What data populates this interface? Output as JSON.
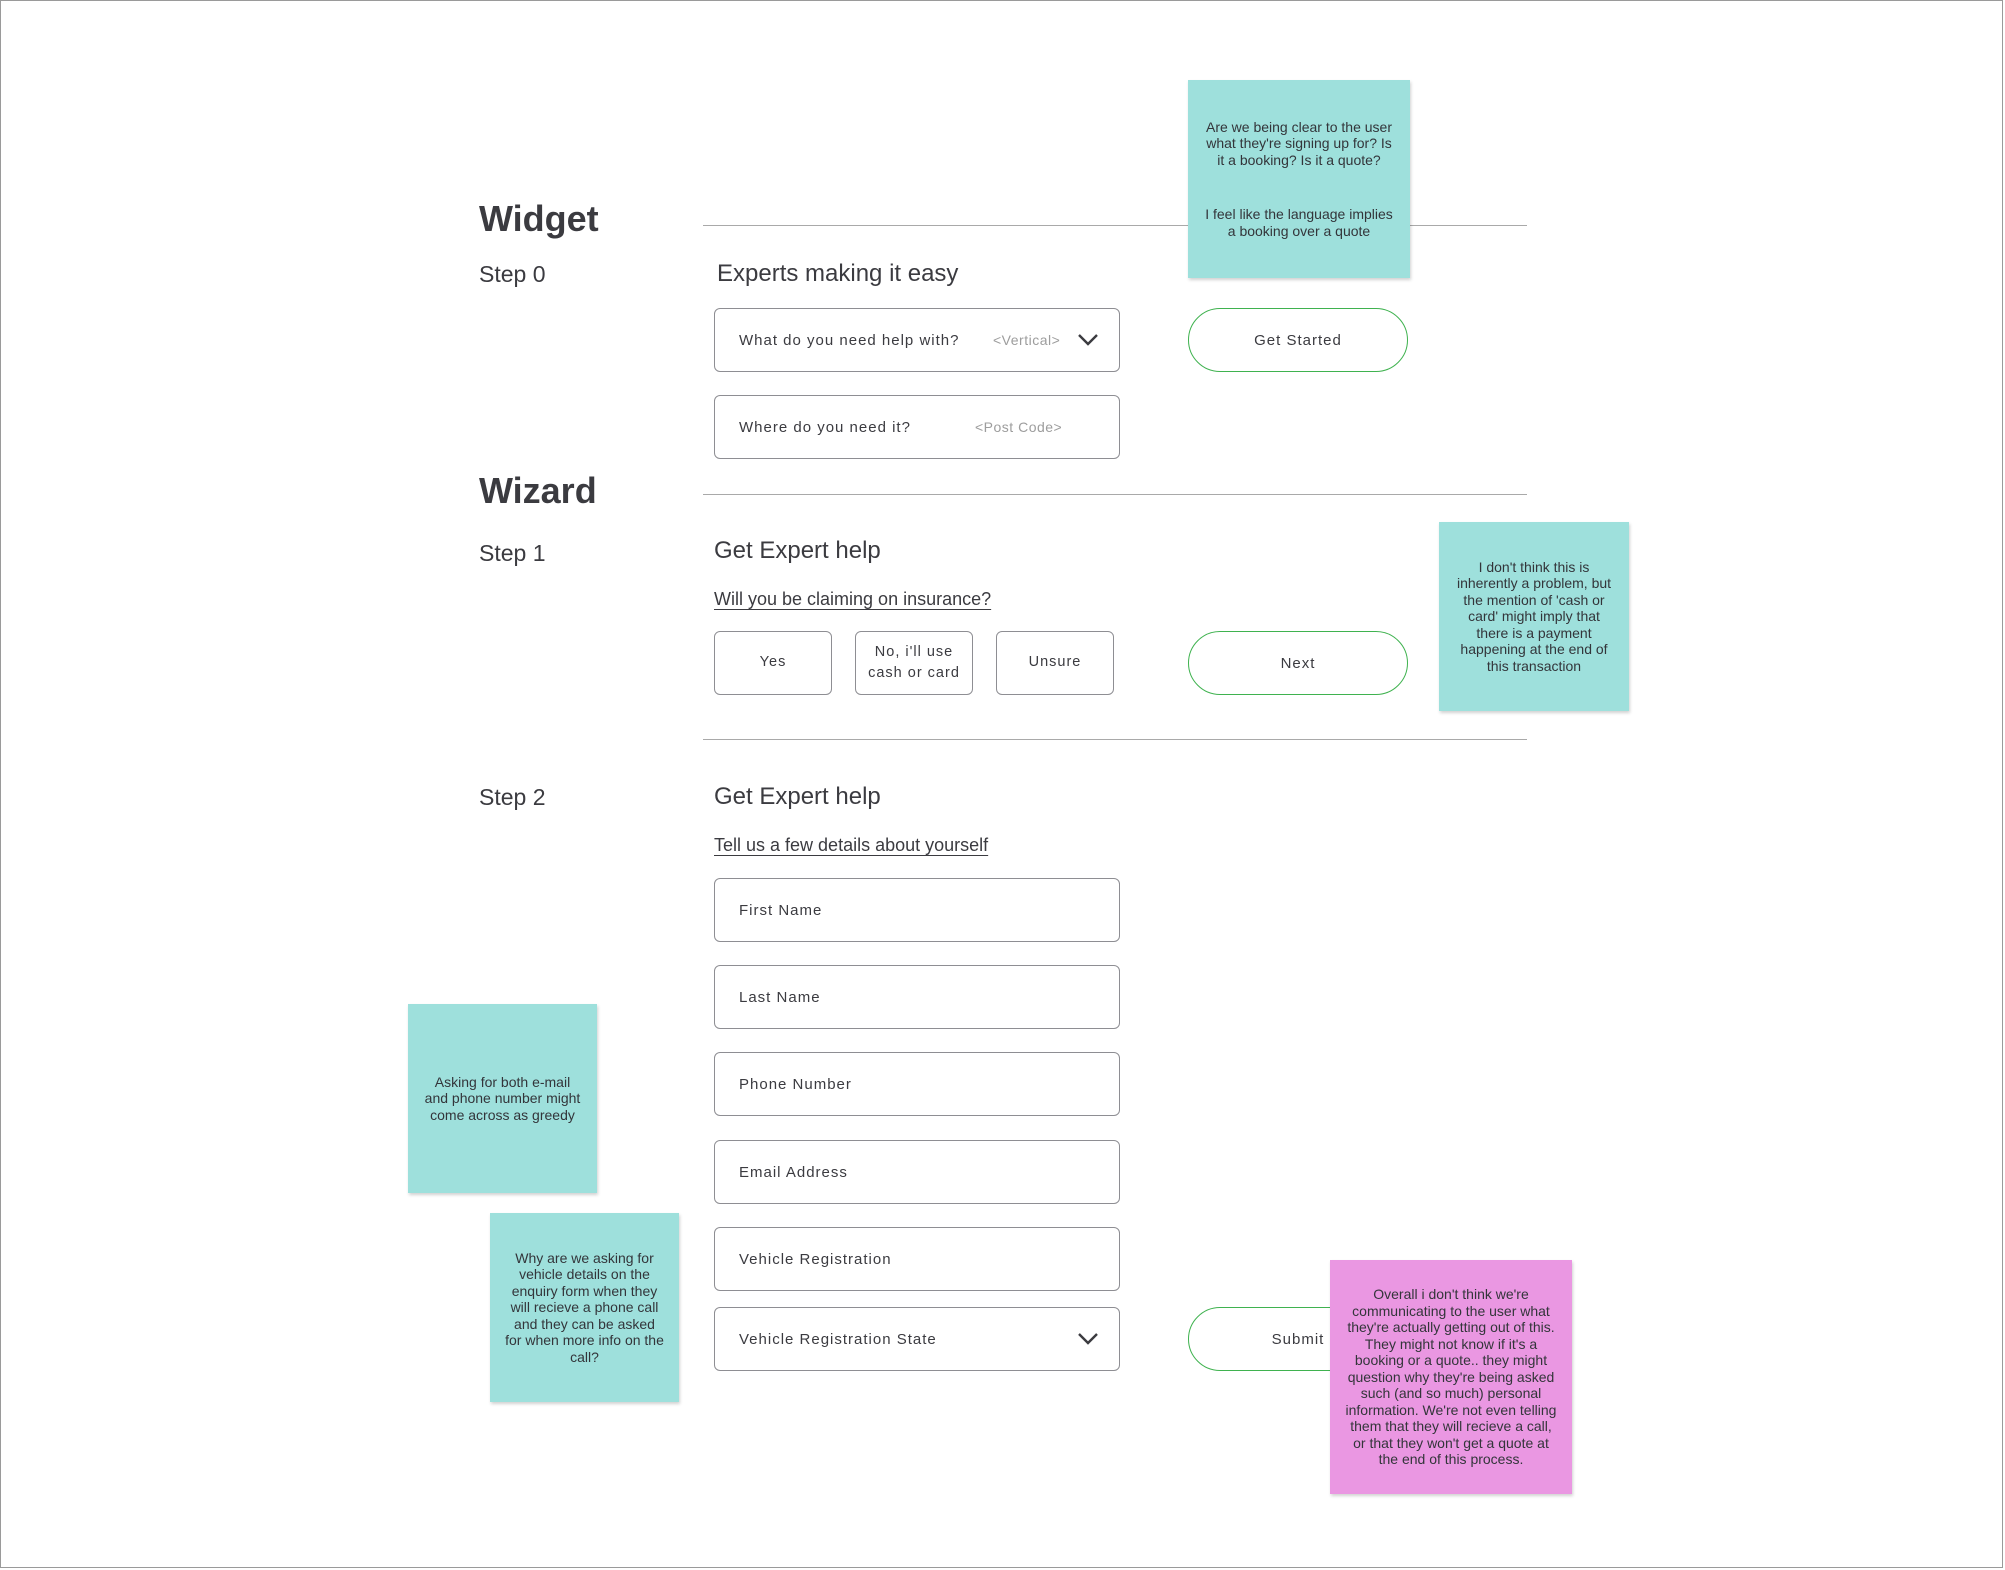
{
  "widget": {
    "title": "Widget",
    "step_label": "Step 0",
    "heading": "Experts making it easy",
    "field_help": {
      "label": "What do you need help with?",
      "placeholder": "<Vertical>"
    },
    "field_where": {
      "label": "Where do you need it?",
      "placeholder": "<Post Code>"
    },
    "cta": "Get Started"
  },
  "wizard": {
    "title": "Wizard",
    "step1": {
      "label": "Step 1",
      "heading": "Get Expert help",
      "question": "Will you be claiming on insurance?",
      "options": [
        "Yes",
        "No, i'll use cash or card",
        "Unsure"
      ],
      "next": "Next"
    },
    "step2": {
      "label": "Step 2",
      "heading": "Get Expert help",
      "question": "Tell us a few details about yourself",
      "fields": [
        "First Name",
        "Last Name",
        "Phone Number",
        "Email Address",
        "Vehicle Registration",
        "Vehicle Registration State"
      ],
      "submit": "Submit"
    }
  },
  "notes": {
    "n1_a": "Are we being clear to the user what they're signing up for? Is it a booking? Is it a quote?",
    "n1_b": "I feel like the language implies a booking over a quote",
    "n2": "I don't think this is inherently a problem, but the mention of 'cash or card' might imply that there is a payment happening at the end of this transaction",
    "n3": "Asking for both e-mail and phone number might come across as greedy",
    "n4": "Why are we asking for vehicle details on the enquiry form when they will recieve a phone call and they can be asked for when more info on the call?",
    "n5": "Overall i don't think we're communicating to the user what they're actually getting out of this. They might not know if it's a booking or a quote.. they might question why they're being asked such (and so much) personal information. We're not even telling them that they will recieve a call, or that they won't get a quote at the end of this process."
  },
  "colors": {
    "accent_green": "#3fb24f",
    "note_teal": "#9ee0dc",
    "note_pink": "#ea97e2"
  },
  "icons": {
    "dropdown": "chevron-down-icon"
  }
}
